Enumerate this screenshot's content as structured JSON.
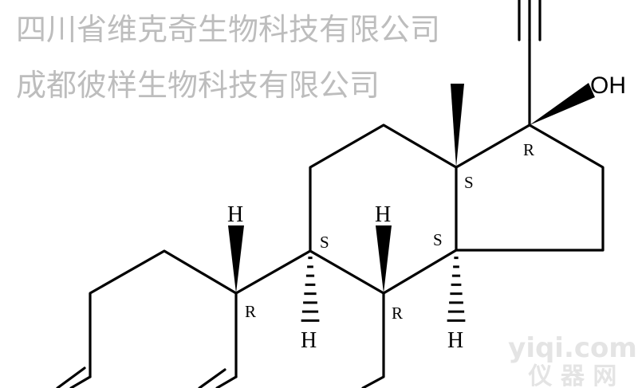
{
  "structure": {
    "hydroxyl_label": "OH",
    "hydrogen_label": "H",
    "stereo_labels": {
      "c17": "R",
      "c13": "S",
      "c14": "S",
      "c9": "S",
      "c10": "R",
      "c8": "R"
    }
  },
  "watermarks": {
    "line1": "四川省维克奇生物科技有限公司",
    "line2": "成都彼样生物科技有限公司",
    "site_logo": "yiqi.com",
    "site_logo_sub": "仪 器 网"
  },
  "colors": {
    "bond": "#000000",
    "watermark": "#bdbdbd"
  }
}
